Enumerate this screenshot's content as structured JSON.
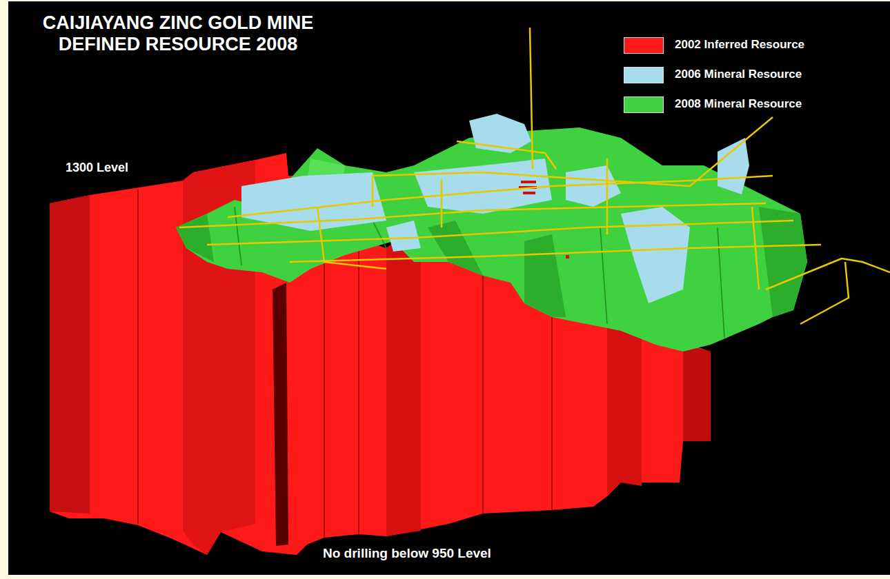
{
  "diagram": {
    "title": "CAIJIAYANG ZINC GOLD MINE DEFINED RESOURCE 2008",
    "labels": [
      "1300 Level",
      "No drilling below 950 Level"
    ],
    "legend": [
      {
        "text": "2002 Inferred Resource",
        "color": "#ff1a1a"
      },
      {
        "text": "2006 Mineral Resource",
        "color": "#a6dcec"
      },
      {
        "text": "2008 Mineral Resource",
        "color": "#3fd13f"
      }
    ]
  }
}
